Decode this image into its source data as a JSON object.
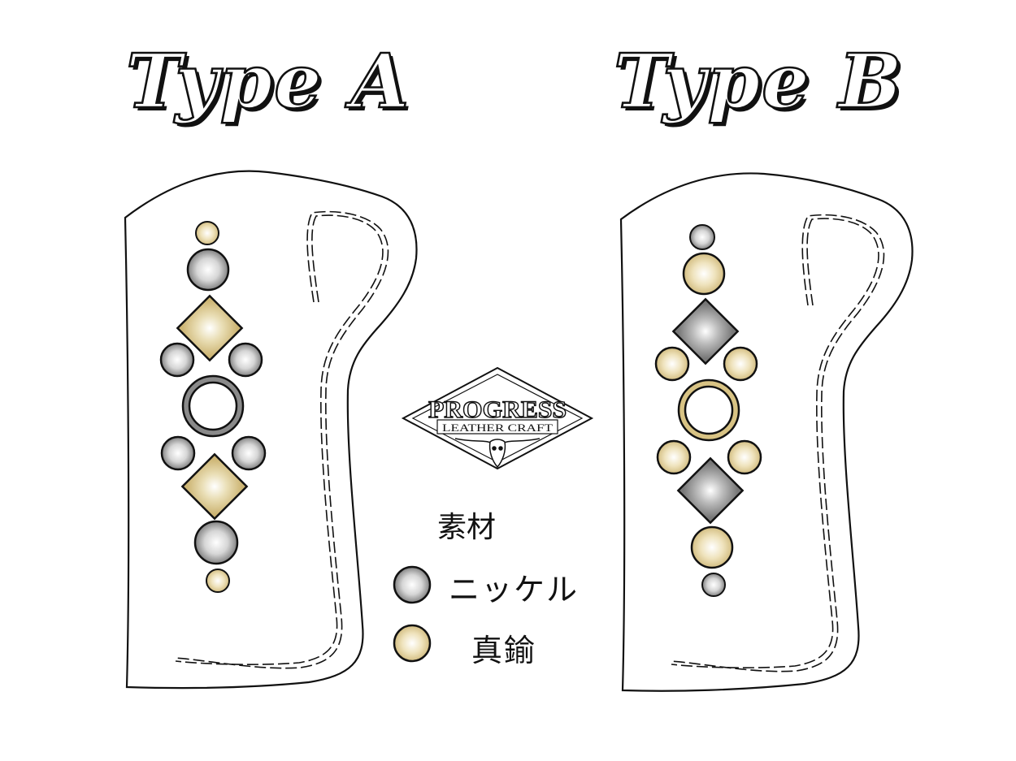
{
  "titles": {
    "type_a": "Type A",
    "type_b": "Type B"
  },
  "logo": {
    "line1": "PROGRESS",
    "line2": "LEATHER CRAFT"
  },
  "legend": {
    "title": "素材",
    "items": [
      {
        "label": "ニッケル",
        "material": "nickel"
      },
      {
        "label": "真鍮",
        "material": "brass"
      }
    ]
  },
  "colors": {
    "nickel": "#8a8a8a",
    "brass": "#d8c384",
    "outline": "#111111"
  },
  "layouts": {
    "type_a": [
      "brass",
      "nickel",
      "brass",
      "nickel",
      "nickel",
      "nickel",
      "nickel",
      "nickel",
      "brass",
      "nickel",
      "brass"
    ],
    "type_b": [
      "nickel",
      "brass",
      "nickel",
      "brass",
      "brass",
      "brass",
      "brass",
      "brass",
      "nickel",
      "brass",
      "nickel"
    ]
  }
}
